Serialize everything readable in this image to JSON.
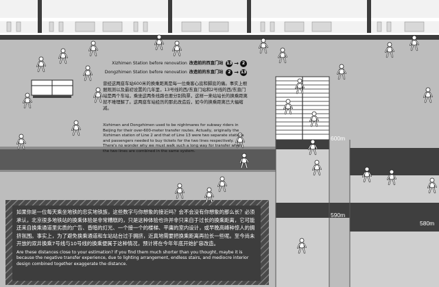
{
  "legend": {
    "rows": [
      {
        "en": "Xizhimen Station before renovation",
        "zh": "改造前的西直门站",
        "from": "13",
        "to": "2"
      },
      {
        "en": "Dongzhimen Station before renovation",
        "zh": "改造前的东直门站",
        "from": "2",
        "to": "13"
      }
    ]
  },
  "paragraph_zh": "曾经这两座车站600米的换乘距离是每一位乘客心底和脚底的痛。事实上根据观测以及最初设置的几年里，13号线的西/东直门站和2号线的西/东直门站是两个车站，乘坐这两条线路也要分别购票，这样一来站站长的换乘距离就不难理解了。这两座车站经历的那此改造后，如今的换乘距离已大幅缩减。",
  "paragraph_en": "Xizhimen and Dongzhimen used to be nightmares for subway riders in Beijing for their over-600-meter transfer routes. Actually, originally the Xizhimen station of Line 2 and that of Line 13 were two separate stations and passengers needed to buy tickets for the two lines respectively. There's no wonder why we must walk such a long way for transfer when the two lines are combined in the same system.",
  "bottom_zh": "如果你是一位每天乘坐地铁的忠实地铁族，这些数字与你想象的接近吗？会不会没有你想象的那么长？必须承认，北京很多地铁站的换乘体验是非常糟糕的，只是这种体验也许并非只来自于过长的换乘距离，它可能还来自换乘通道里劣质的广告、昏暗的灯光、一个接一个的楼梯、平庸的室内设计，或早晚高峰种惊人的拥挤氛围。事实上，为了避免换乘通道和车站站台过于拥挤，近真地需要把换乘距离再拉长一些呢。至今尚未开放的双井换乘7号线与10号线的换乘便属于这种情况，预计将在今年年底开始扩容改造。",
  "bottom_en": "Are these distances close to your estimation? If you find them much shorter than you thought, maybe it is because the negative transfer experience, due to lighting arrangement, endless stairs, and mediocre interior design combined together exaggerate the distance.",
  "distances": {
    "d600": "600m",
    "d590": "590m",
    "d580": "580m"
  },
  "colors": {
    "platform": "#bdbdbd",
    "track": "#5a5a5a",
    "dark": "#3f3f3f",
    "corridor": "#cfcfcf",
    "train": "#f2f2f2"
  },
  "figure_icon": "walking-person-icon"
}
